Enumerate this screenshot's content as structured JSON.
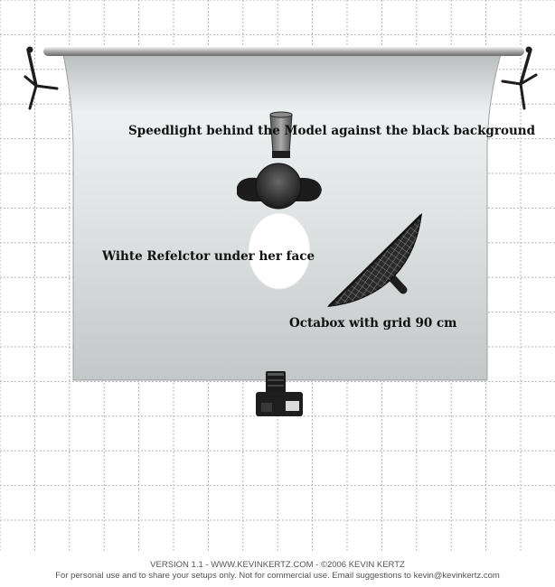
{
  "labels": {
    "speedlight": "Speedlight behind the Model against the black background",
    "reflector": "Wihte Refelctor under her face",
    "octabox": "Octabox with grid 90 cm"
  },
  "footer": {
    "line1": "VERSION 1.1   -   WWW.KEVINKERTZ.COM   -   ©2006 KEVIN KERTZ",
    "line2": "For personal use and to share your setups only. Not for commercial use.  Email suggestions to kevin@kevinkertz.com"
  },
  "colors": {
    "grid": "#b8b8b8",
    "backdrop_top": "#b9bdbd",
    "backdrop_mid": "#edf1f1",
    "backdrop_bottom": "#c3c7c7",
    "equipment": "#1e1e1e",
    "reflector": "#ffffff"
  },
  "icons": {
    "backdrop": "paper-backdrop-icon",
    "stand": "light-stand-icon",
    "speedlight": "speedlight-icon",
    "model": "model-topview-icon",
    "reflector": "reflector-icon",
    "octabox": "octabox-softbox-icon",
    "camera": "camera-icon"
  }
}
